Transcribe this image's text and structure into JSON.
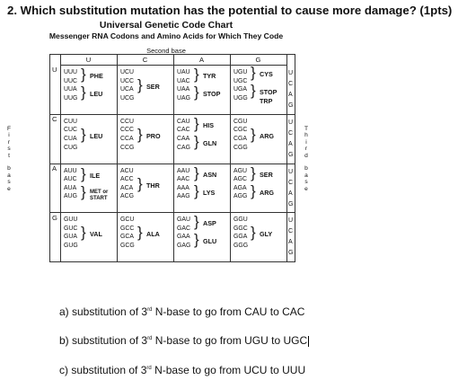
{
  "question": "2. Which substitution mutation has the potential to cause more damage? (1pts)",
  "chart": {
    "title": "Universal Genetic Code Chart",
    "subtitle": "Messenger RNA Codons and Amino Acids for Which They Code",
    "second_base_label": "Second base",
    "columns": [
      "U",
      "C",
      "A",
      "G"
    ],
    "first_base_label": "First base",
    "third_base_label": "Third base",
    "rows": [
      "U",
      "C",
      "A",
      "G"
    ],
    "third_letters": [
      "U",
      "C",
      "A",
      "G"
    ],
    "cells": [
      [
        {
          "codons": [
            "UUU",
            "UUC",
            "UUA",
            "UUG"
          ],
          "aa": [
            "PHE",
            "LEU"
          ]
        },
        {
          "codons": [
            "UCU",
            "UCC",
            "UCA",
            "UCG"
          ],
          "aa": [
            "SER"
          ]
        },
        {
          "codons": [
            "UAU",
            "UAC",
            "UAA",
            "UAG"
          ],
          "aa": [
            "TYR",
            "STOP"
          ]
        },
        {
          "codons": [
            "UGU",
            "UGC",
            "UGA",
            "UGG"
          ],
          "aa": [
            "CYS",
            "STOP",
            "TRP"
          ]
        }
      ],
      [
        {
          "codons": [
            "CUU",
            "CUC",
            "CUA",
            "CUG"
          ],
          "aa": [
            "LEU"
          ]
        },
        {
          "codons": [
            "CCU",
            "CCC",
            "CCA",
            "CCG"
          ],
          "aa": [
            "PRO"
          ]
        },
        {
          "codons": [
            "CAU",
            "CAC",
            "CAA",
            "CAG"
          ],
          "aa": [
            "HIS",
            "GLN"
          ]
        },
        {
          "codons": [
            "CGU",
            "CGC",
            "CGA",
            "CGG"
          ],
          "aa": [
            "ARG"
          ]
        }
      ],
      [
        {
          "codons": [
            "AUU",
            "AUC",
            "AUA",
            "AUG"
          ],
          "aa": [
            "ILE",
            "MET or",
            "START"
          ]
        },
        {
          "codons": [
            "ACU",
            "ACC",
            "ACA",
            "ACG"
          ],
          "aa": [
            "THR"
          ]
        },
        {
          "codons": [
            "AAU",
            "AAC",
            "AAA",
            "AAG"
          ],
          "aa": [
            "ASN",
            "LYS"
          ]
        },
        {
          "codons": [
            "AGU",
            "AGC",
            "AGA",
            "AGG"
          ],
          "aa": [
            "SER",
            "ARG"
          ]
        }
      ],
      [
        {
          "codons": [
            "GUU",
            "GUC",
            "GUA",
            "GUG"
          ],
          "aa": [
            "VAL"
          ]
        },
        {
          "codons": [
            "GCU",
            "GCC",
            "GCA",
            "GCG"
          ],
          "aa": [
            "ALA"
          ]
        },
        {
          "codons": [
            "GAU",
            "GAC",
            "GAA",
            "GAG"
          ],
          "aa": [
            "ASP",
            "GLU"
          ]
        },
        {
          "codons": [
            "GGU",
            "GGC",
            "GGA",
            "GGG"
          ],
          "aa": [
            "GLY"
          ]
        }
      ]
    ]
  },
  "answers": {
    "a_pre": "a) substitution of 3",
    "a_sup": "rd",
    "a_post": " N-base to go from CAU to CAC",
    "b_pre": "b) substitution of 3",
    "b_sup": "rd",
    "b_post": " N-base to go from UGU to UGC",
    "c_pre": "c) substitution of 3",
    "c_sup": "rd",
    "c_post": " N-base to go from UCU to UUU"
  }
}
